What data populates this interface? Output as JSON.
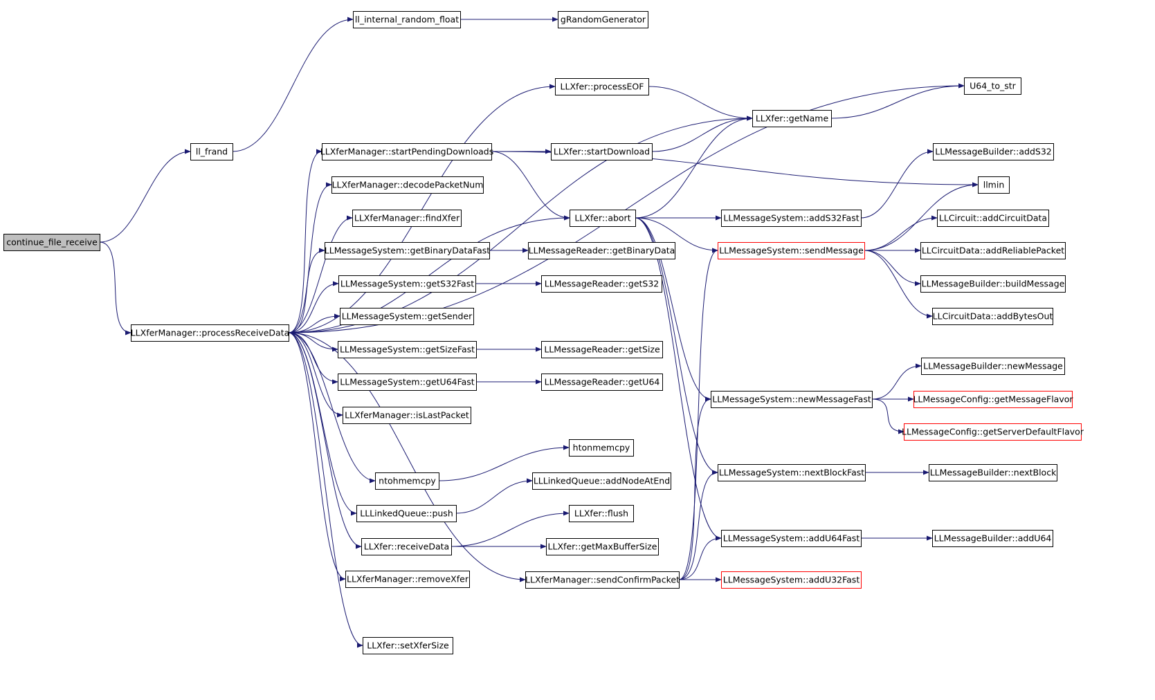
{
  "graph": {
    "nodes": [
      {
        "id": "continue_file_receive",
        "label": "continue_file_receive",
        "status": "root"
      },
      {
        "id": "ll_frand",
        "label": "ll_frand",
        "status": "normal"
      },
      {
        "id": "ll_internal_random_float",
        "label": "ll_internal_random_float",
        "status": "normal"
      },
      {
        "id": "gRandomGenerator",
        "label": "gRandomGenerator",
        "status": "normal"
      },
      {
        "id": "U64_to_str",
        "label": "U64_to_str",
        "status": "normal"
      },
      {
        "id": "processEOF",
        "label": "LLXfer::processEOF",
        "status": "normal"
      },
      {
        "id": "getName",
        "label": "LLXfer::getName",
        "status": "normal"
      },
      {
        "id": "startPendingDownloads",
        "label": "LLXferManager::startPendingDownloads",
        "status": "normal"
      },
      {
        "id": "startDownload",
        "label": "LLXfer::startDownload",
        "status": "normal"
      },
      {
        "id": "addS32",
        "label": "LLMessageBuilder::addS32",
        "status": "normal"
      },
      {
        "id": "llmin",
        "label": "llmin",
        "status": "normal"
      },
      {
        "id": "decodePacketNum",
        "label": "LLXferManager::decodePacketNum",
        "status": "normal"
      },
      {
        "id": "findXfer",
        "label": "LLXferManager::findXfer",
        "status": "normal"
      },
      {
        "id": "abort",
        "label": "LLXfer::abort",
        "status": "normal"
      },
      {
        "id": "addS32Fast",
        "label": "LLMessageSystem::addS32Fast",
        "status": "normal"
      },
      {
        "id": "addCircuitData",
        "label": "LLCircuit::addCircuitData",
        "status": "normal"
      },
      {
        "id": "getBinaryDataFast",
        "label": "LLMessageSystem::getBinaryDataFast",
        "status": "normal"
      },
      {
        "id": "getBinaryData",
        "label": "LLMessageReader::getBinaryData",
        "status": "normal"
      },
      {
        "id": "sendMessage",
        "label": "LLMessageSystem::sendMessage",
        "status": "truncated"
      },
      {
        "id": "addReliablePacket",
        "label": "LLCircuitData::addReliablePacket",
        "status": "normal"
      },
      {
        "id": "getS32Fast",
        "label": "LLMessageSystem::getS32Fast",
        "status": "normal"
      },
      {
        "id": "getS32",
        "label": "LLMessageReader::getS32",
        "status": "normal"
      },
      {
        "id": "buildMessage",
        "label": "LLMessageBuilder::buildMessage",
        "status": "normal"
      },
      {
        "id": "getSender",
        "label": "LLMessageSystem::getSender",
        "status": "normal"
      },
      {
        "id": "addBytesOut",
        "label": "LLCircuitData::addBytesOut",
        "status": "normal"
      },
      {
        "id": "processReceiveData",
        "label": "LLXferManager::processReceiveData",
        "status": "normal"
      },
      {
        "id": "getSizeFast",
        "label": "LLMessageSystem::getSizeFast",
        "status": "normal"
      },
      {
        "id": "getSize",
        "label": "LLMessageReader::getSize",
        "status": "normal"
      },
      {
        "id": "newMessage",
        "label": "LLMessageBuilder::newMessage",
        "status": "normal"
      },
      {
        "id": "getU64Fast",
        "label": "LLMessageSystem::getU64Fast",
        "status": "normal"
      },
      {
        "id": "getU64",
        "label": "LLMessageReader::getU64",
        "status": "normal"
      },
      {
        "id": "newMessageFast",
        "label": "LLMessageSystem::newMessageFast",
        "status": "normal"
      },
      {
        "id": "getMessageFlavor",
        "label": "LLMessageConfig::getMessageFlavor",
        "status": "truncated"
      },
      {
        "id": "isLastPacket",
        "label": "LLXferManager::isLastPacket",
        "status": "normal"
      },
      {
        "id": "getServerDefaultFlavor",
        "label": "LLMessageConfig::getServerDefaultFlavor",
        "status": "truncated"
      },
      {
        "id": "htonmemcpy",
        "label": "htonmemcpy",
        "status": "normal"
      },
      {
        "id": "ntohmemcpy",
        "label": "ntohmemcpy",
        "status": "normal"
      },
      {
        "id": "nextBlockFast",
        "label": "LLMessageSystem::nextBlockFast",
        "status": "normal"
      },
      {
        "id": "nextBlock",
        "label": "LLMessageBuilder::nextBlock",
        "status": "normal"
      },
      {
        "id": "addNodeAtEnd",
        "label": "LLLinkedQueue::addNodeAtEnd",
        "status": "normal"
      },
      {
        "id": "push",
        "label": "LLLinkedQueue::push",
        "status": "normal"
      },
      {
        "id": "flush",
        "label": "LLXfer::flush",
        "status": "normal"
      },
      {
        "id": "addU64Fast",
        "label": "LLMessageSystem::addU64Fast",
        "status": "normal"
      },
      {
        "id": "addU64",
        "label": "LLMessageBuilder::addU64",
        "status": "normal"
      },
      {
        "id": "receiveData",
        "label": "LLXfer::receiveData",
        "status": "normal"
      },
      {
        "id": "getMaxBufferSize",
        "label": "LLXfer::getMaxBufferSize",
        "status": "normal"
      },
      {
        "id": "removeXfer",
        "label": "LLXferManager::removeXfer",
        "status": "normal"
      },
      {
        "id": "sendConfirmPacket",
        "label": "LLXferManager::sendConfirmPacket",
        "status": "normal"
      },
      {
        "id": "addU32Fast",
        "label": "LLMessageSystem::addU32Fast",
        "status": "truncated"
      },
      {
        "id": "setXferSize",
        "label": "LLXfer::setXferSize",
        "status": "normal"
      }
    ],
    "edges": [
      [
        "continue_file_receive",
        "ll_frand"
      ],
      [
        "continue_file_receive",
        "processReceiveData"
      ],
      [
        "ll_frand",
        "ll_internal_random_float"
      ],
      [
        "ll_internal_random_float",
        "gRandomGenerator"
      ],
      [
        "processReceiveData",
        "U64_to_str"
      ],
      [
        "processReceiveData",
        "processEOF"
      ],
      [
        "processReceiveData",
        "getName"
      ],
      [
        "processReceiveData",
        "startPendingDownloads"
      ],
      [
        "processReceiveData",
        "decodePacketNum"
      ],
      [
        "processReceiveData",
        "findXfer"
      ],
      [
        "processReceiveData",
        "abort"
      ],
      [
        "processReceiveData",
        "getBinaryDataFast"
      ],
      [
        "processReceiveData",
        "getS32Fast"
      ],
      [
        "processReceiveData",
        "getSender"
      ],
      [
        "processReceiveData",
        "getSizeFast"
      ],
      [
        "processReceiveData",
        "getU64Fast"
      ],
      [
        "processReceiveData",
        "isLastPacket"
      ],
      [
        "processReceiveData",
        "ntohmemcpy"
      ],
      [
        "processReceiveData",
        "push"
      ],
      [
        "processReceiveData",
        "receiveData"
      ],
      [
        "processReceiveData",
        "removeXfer"
      ],
      [
        "processReceiveData",
        "sendConfirmPacket"
      ],
      [
        "processReceiveData",
        "setXferSize"
      ],
      [
        "processEOF",
        "getName"
      ],
      [
        "getName",
        "U64_to_str"
      ],
      [
        "startPendingDownloads",
        "startDownload"
      ],
      [
        "startPendingDownloads",
        "llmin"
      ],
      [
        "startPendingDownloads",
        "abort"
      ],
      [
        "startDownload",
        "getName"
      ],
      [
        "abort",
        "getName"
      ],
      [
        "abort",
        "addS32Fast"
      ],
      [
        "abort",
        "sendMessage"
      ],
      [
        "abort",
        "newMessageFast"
      ],
      [
        "abort",
        "nextBlockFast"
      ],
      [
        "abort",
        "addU64Fast"
      ],
      [
        "addS32Fast",
        "addS32"
      ],
      [
        "sendMessage",
        "llmin"
      ],
      [
        "sendMessage",
        "addCircuitData"
      ],
      [
        "sendMessage",
        "addReliablePacket"
      ],
      [
        "sendMessage",
        "buildMessage"
      ],
      [
        "sendMessage",
        "addBytesOut"
      ],
      [
        "getBinaryDataFast",
        "getBinaryData"
      ],
      [
        "getS32Fast",
        "getS32"
      ],
      [
        "getSizeFast",
        "getSize"
      ],
      [
        "getU64Fast",
        "getU64"
      ],
      [
        "newMessageFast",
        "newMessage"
      ],
      [
        "newMessageFast",
        "getMessageFlavor"
      ],
      [
        "newMessageFast",
        "getServerDefaultFlavor"
      ],
      [
        "nextBlockFast",
        "nextBlock"
      ],
      [
        "addU64Fast",
        "addU64"
      ],
      [
        "ntohmemcpy",
        "htonmemcpy"
      ],
      [
        "push",
        "addNodeAtEnd"
      ],
      [
        "receiveData",
        "flush"
      ],
      [
        "receiveData",
        "getMaxBufferSize"
      ],
      [
        "sendConfirmPacket",
        "sendMessage"
      ],
      [
        "sendConfirmPacket",
        "newMessageFast"
      ],
      [
        "sendConfirmPacket",
        "nextBlockFast"
      ],
      [
        "sendConfirmPacket",
        "addU64Fast"
      ],
      [
        "sendConfirmPacket",
        "addU32Fast"
      ]
    ]
  },
  "colors": {
    "edge": "#191970",
    "node_border": "#000000",
    "truncated_border": "#ff0000",
    "root_fill": "#bfbfbf",
    "node_fill": "#ffffff"
  }
}
